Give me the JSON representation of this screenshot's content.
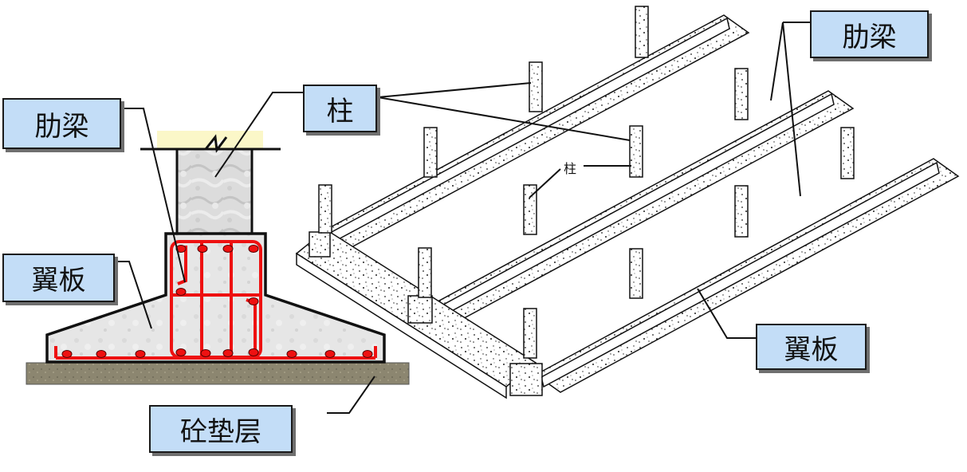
{
  "labels": {
    "left_rib_beam": "肋梁",
    "left_flange_plate": "翼板",
    "cushion_layer": "砼垫层",
    "column": "柱",
    "column_small": "柱",
    "right_rib_beam": "肋梁",
    "right_flange_plate": "翼板"
  },
  "colors": {
    "label_fill": "#c3ddf7",
    "rebar": "#ee1111",
    "concrete": "#e4e4e4",
    "cushion": "#8c8670",
    "column_cap": "#fbf7c8"
  }
}
